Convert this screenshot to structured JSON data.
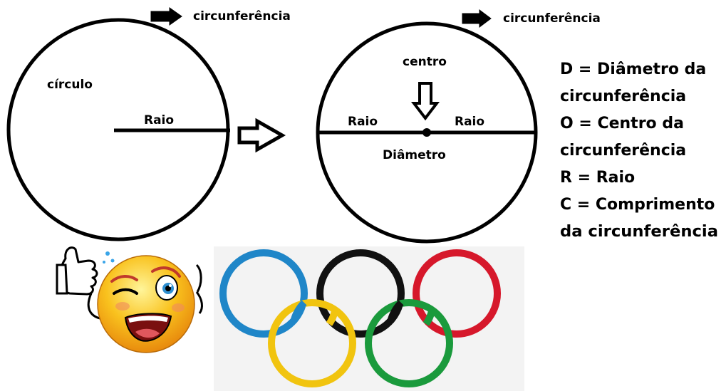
{
  "left_diagram": {
    "circumference_label": "circunferência",
    "circle_label": "círculo",
    "radius_label": "Raio"
  },
  "right_diagram": {
    "circumference_label": "circunferência",
    "center_label": "centro",
    "radius_left_label": "Raio",
    "radius_right_label": "Raio",
    "diameter_label": "Diâmetro"
  },
  "legend": {
    "lines": [
      "D = Diâmetro da",
      "circunferência",
      "O = Centro da",
      "circunferência",
      "R = Raio",
      "C = Comprimento",
      "da circunferência"
    ]
  },
  "colors": {
    "ring_blue": "#1f86c8",
    "ring_black": "#111111",
    "ring_red": "#d6182b",
    "ring_yellow": "#f1c40f",
    "ring_green": "#1a9a3c",
    "emoji_face": "#f9b91b"
  },
  "icons": [
    "arrow-right-icon",
    "down-arrow-icon",
    "thumbs-up-emoji-icon",
    "olympic-rings-icon"
  ]
}
